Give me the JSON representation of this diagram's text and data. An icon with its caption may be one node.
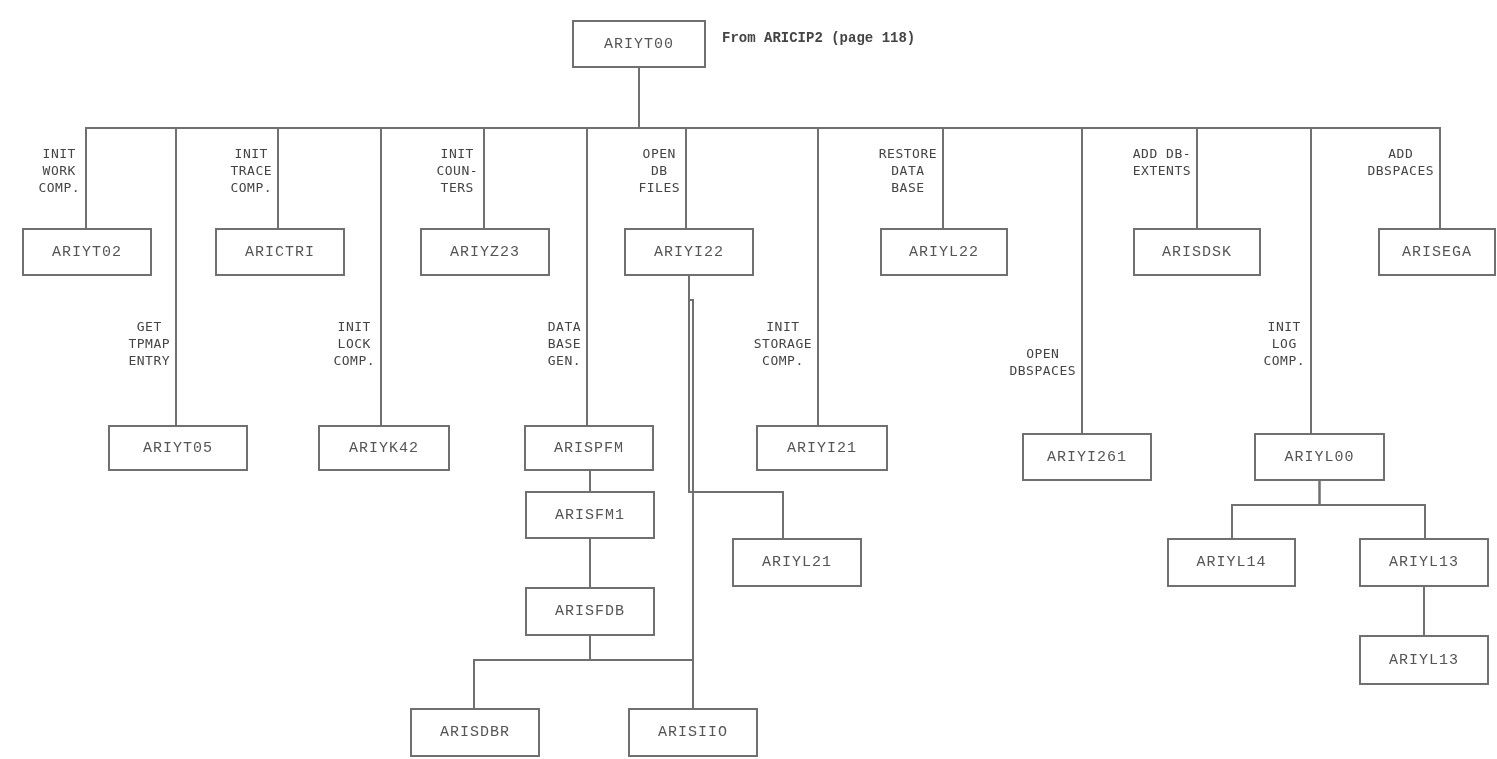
{
  "diagram": {
    "nodes": [
      {
        "text": [
          "ARIYT00"
        ],
        "beside": [
          "From ARICIP2 (page 118)"
        ]
      },
      {
        "text": [
          "ARIYT02"
        ]
      },
      {
        "text": [
          "ARICTRI"
        ]
      },
      {
        "text": [
          "ARIYZ23"
        ]
      },
      {
        "text": [
          "ARIYI22"
        ]
      },
      {
        "text": [
          "ARIYL22"
        ]
      },
      {
        "text": [
          "ARISDSK"
        ]
      },
      {
        "text": [
          "ARISEGA"
        ]
      },
      {
        "text": [
          "ARIYT05"
        ]
      },
      {
        "text": [
          "ARIYK42"
        ]
      },
      {
        "text": [
          "ARISPFM"
        ]
      },
      {
        "text": [
          "ARIYI21"
        ]
      },
      {
        "text": [
          "ARIYI261"
        ]
      },
      {
        "text": [
          "ARIYL00"
        ]
      },
      {
        "text": [
          "ARISFM1"
        ]
      },
      {
        "text": [
          "ARIYL21"
        ]
      },
      {
        "text": [
          "ARIYL14"
        ]
      },
      {
        "text": [
          "ARIYL13"
        ]
      },
      {
        "text": [
          "ARISFDB"
        ]
      },
      {
        "text": [
          "ARIYL13"
        ]
      },
      {
        "text": [
          "ARISDBR"
        ]
      },
      {
        "text": [
          "ARISIIO"
        ]
      }
    ],
    "edges": [
      {
        "from": 0,
        "to": 1,
        "arrow": "none",
        "label": "INIT WORK COMP."
      },
      {
        "from": 0,
        "to": 8,
        "arrow": "none",
        "label": "GET TPMAP ENTRY"
      },
      {
        "from": 0,
        "to": 2,
        "arrow": "none",
        "label": "INIT TRACE COMP."
      },
      {
        "from": 0,
        "to": 9,
        "arrow": "none",
        "label": "INIT LOCK COMP."
      },
      {
        "from": 0,
        "to": 3,
        "arrow": "none",
        "label": "INIT COUN- TERS"
      },
      {
        "from": 0,
        "to": 10,
        "arrow": "none",
        "label": "DATA BASE GEN."
      },
      {
        "from": 0,
        "to": 4,
        "arrow": "none",
        "label": "OPEN DB FILES"
      },
      {
        "from": 0,
        "to": 11,
        "arrow": "none",
        "label": "INIT STORAGE COMP."
      },
      {
        "from": 0,
        "to": 5,
        "arrow": "none",
        "label": "RESTORE DATA BASE"
      },
      {
        "from": 0,
        "to": 12,
        "arrow": "none",
        "label": "OPEN DBSPACES"
      },
      {
        "from": 0,
        "to": 6,
        "arrow": "none",
        "label": "ADD DB- EXTENTS"
      },
      {
        "from": 0,
        "to": 13,
        "arrow": "none",
        "label": "INIT LOG COMP."
      },
      {
        "from": 0,
        "to": 7,
        "arrow": "none",
        "label": "ADD DBSPACES"
      },
      {
        "from": 10,
        "to": 14,
        "arrow": "none"
      },
      {
        "from": 14,
        "to": 18,
        "arrow": "none"
      },
      {
        "from": 18,
        "to": 20,
        "arrow": "none"
      },
      {
        "from": 18,
        "to": 21,
        "arrow": "none"
      },
      {
        "from": 4,
        "to": 15,
        "arrow": "none"
      },
      {
        "from": 4,
        "to": 21,
        "arrow": "none"
      },
      {
        "from": 13,
        "to": 16,
        "arrow": "none"
      },
      {
        "from": 13,
        "to": 17,
        "arrow": "none"
      },
      {
        "from": 17,
        "to": 19,
        "arrow": "none"
      }
    ]
  }
}
